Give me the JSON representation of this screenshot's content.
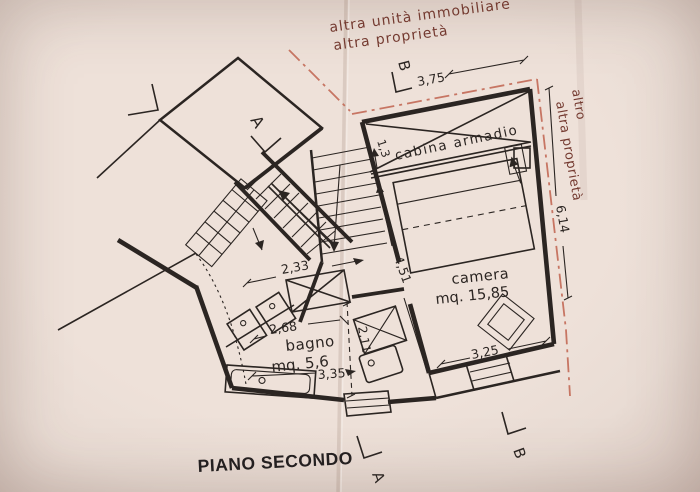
{
  "colors": {
    "paper": "#e9dcd4",
    "paper_edge": "#d9c8c0",
    "ink": "#2b2522",
    "boundary_red": "#c26955",
    "note_red": "#743a30"
  },
  "title": "PIANO SECONDO",
  "boundary_notes": {
    "top_line1": "altra unità immobiliare",
    "top_line2": "altra proprietà",
    "right_line1": "altro",
    "right_line2": "altra proprietà"
  },
  "rooms": {
    "camera": {
      "label": "camera",
      "area": "mq.  15,85"
    },
    "bagno": {
      "label": "bagno",
      "area": "mq.  5,6"
    },
    "cabina": {
      "label": "cabina armadio"
    }
  },
  "dimensions": {
    "top_width": "3,75",
    "right_side": "6,14",
    "cabina_depth": "1,3",
    "camera_side": "4,51",
    "camera_width": "3,25",
    "stairs_width": "2,33",
    "bagno_width": "2,68",
    "bagno_depth": "2,11",
    "bagno_length": "3,35"
  },
  "markers": {
    "b_top": "B",
    "a_upper": "A",
    "a_bottom": "A",
    "b_bottom": "B"
  }
}
